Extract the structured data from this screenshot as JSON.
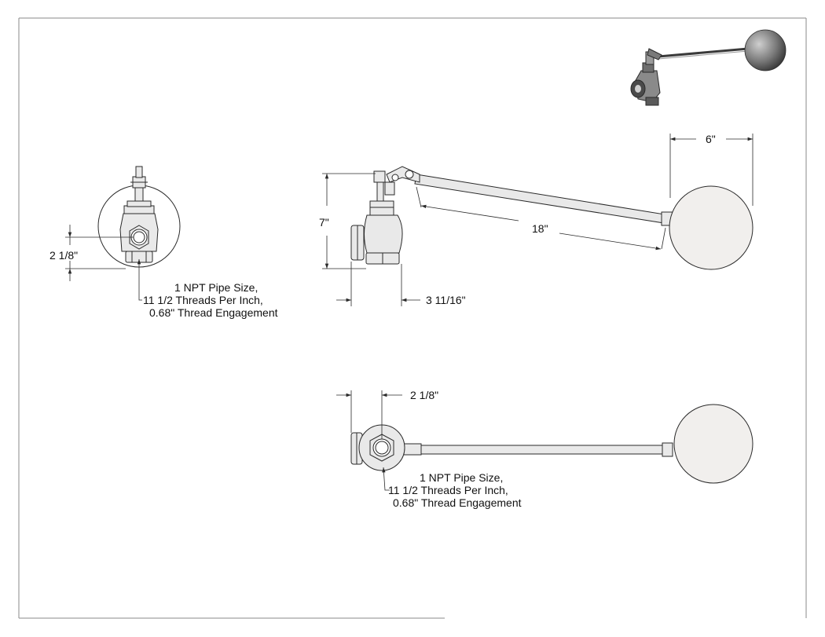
{
  "colors": {
    "line": "#2a2a2a",
    "part_fill": "#e9e9e9",
    "ball_fill": "#f1efed",
    "iso_fill": "#6e6e6e",
    "background": "#ffffff"
  },
  "front_view": {
    "dim_height": "2 1/8\"",
    "note": [
      "1 NPT Pipe Size,",
      "11 1/2 Threads Per Inch,",
      "0.68\" Thread Engagement"
    ]
  },
  "side_view": {
    "dim_height": "7\"",
    "dim_depth": "3 11/16\"",
    "dim_arm": "18\"",
    "dim_ball": "6\""
  },
  "top_view": {
    "dim_offset": "2 1/8\"",
    "note": [
      "1 NPT Pipe Size,",
      "11 1/2 Threads Per Inch,",
      "0.68\" Thread Engagement"
    ]
  },
  "icons": [
    "float-valve-isometric-icon"
  ]
}
